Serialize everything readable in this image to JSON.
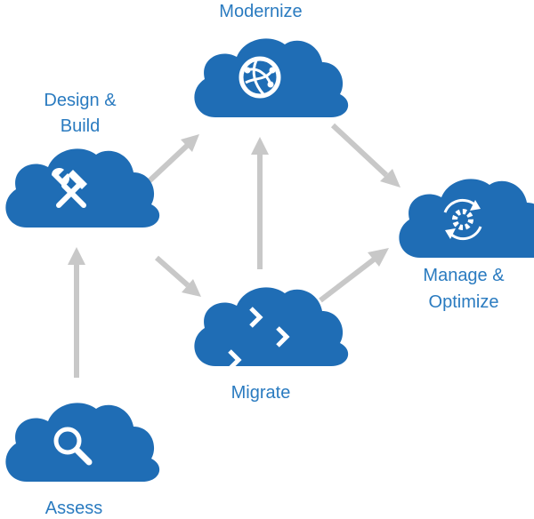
{
  "nodes": {
    "modernize": {
      "label": "Modernize",
      "icon": "globe-icon"
    },
    "design_build": {
      "label_line1": "Design &",
      "label_line2": "Build",
      "icon": "tools-icon"
    },
    "manage_optimize": {
      "label_line1": "Manage &",
      "label_line2": "Optimize",
      "icon": "gear-cycle-icon"
    },
    "migrate": {
      "label": "Migrate",
      "icon": "chevrons-icon"
    },
    "assess": {
      "label": "Assess",
      "icon": "magnifier-icon"
    }
  },
  "colors": {
    "cloud": "#1f6db5",
    "label": "#2a7bc0",
    "arrow": "#c8c8c8"
  }
}
